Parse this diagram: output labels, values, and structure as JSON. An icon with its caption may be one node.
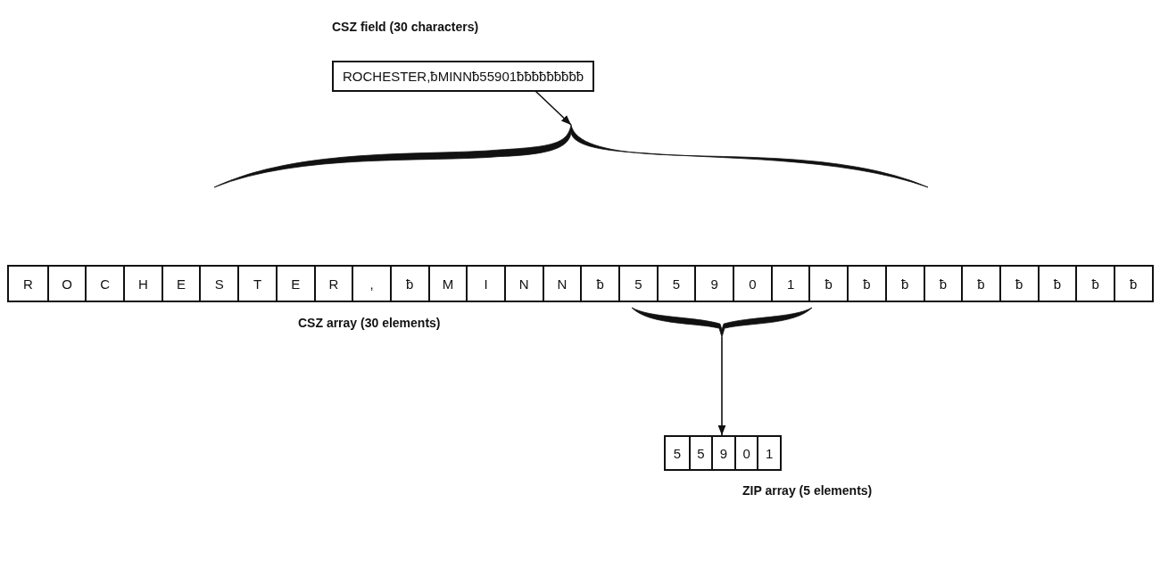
{
  "diagram": {
    "nodes": [
      {
        "text": [
          "CSZ field (30 characters)",
          "ROCHESTER,ƀMINNƀ55901ƀƀƀƀƀƀƀƀƀ"
        ]
      },
      {
        "text": [],
        "shape": "brace"
      },
      {
        "text": [
          "CSZ array (30 elements)"
        ]
      },
      {
        "text": [
          "R"
        ],
        "in": 2
      },
      {
        "text": [
          "O"
        ],
        "in": 2
      },
      {
        "text": [
          "C"
        ],
        "in": 2
      },
      {
        "text": [
          "H"
        ],
        "in": 2
      },
      {
        "text": [
          "E"
        ],
        "in": 2
      },
      {
        "text": [
          "S"
        ],
        "in": 2
      },
      {
        "text": [
          "T"
        ],
        "in": 2
      },
      {
        "text": [
          "E"
        ],
        "in": 2
      },
      {
        "text": [
          "R"
        ],
        "in": 2
      },
      {
        "text": [
          ","
        ],
        "in": 2
      },
      {
        "text": [
          "ƀ"
        ],
        "in": 2
      },
      {
        "text": [
          "M"
        ],
        "in": 2
      },
      {
        "text": [
          "I"
        ],
        "in": 2
      },
      {
        "text": [
          "N"
        ],
        "in": 2
      },
      {
        "text": [
          "N"
        ],
        "in": 2
      },
      {
        "text": [
          "ƀ"
        ],
        "in": 2
      },
      {
        "text": [
          "5"
        ],
        "in": 2
      },
      {
        "text": [
          "5"
        ],
        "in": 2
      },
      {
        "text": [
          "9"
        ],
        "in": 2
      },
      {
        "text": [
          "0"
        ],
        "in": 2
      },
      {
        "text": [
          "1"
        ],
        "in": 2
      },
      {
        "text": [
          "ƀ"
        ],
        "in": 2
      },
      {
        "text": [
          "ƀ"
        ],
        "in": 2
      },
      {
        "text": [
          "ƀ"
        ],
        "in": 2
      },
      {
        "text": [
          "ƀ"
        ],
        "in": 2
      },
      {
        "text": [
          "ƀ"
        ],
        "in": 2
      },
      {
        "text": [
          "ƀ"
        ],
        "in": 2
      },
      {
        "text": [
          "ƀ"
        ],
        "in": 2
      },
      {
        "text": [
          "ƀ"
        ],
        "in": 2
      },
      {
        "text": [
          "ƀ"
        ],
        "in": 2
      },
      {
        "text": [],
        "shape": "brace"
      },
      {
        "text": [
          "ZIP array (5 elements)"
        ]
      },
      {
        "text": [
          "5"
        ],
        "in": 34
      },
      {
        "text": [
          "5"
        ],
        "in": 34
      },
      {
        "text": [
          "9"
        ],
        "in": 34
      },
      {
        "text": [
          "0"
        ],
        "in": 34
      },
      {
        "text": [
          "1"
        ],
        "in": 34
      }
    ],
    "edges": [
      {
        "from": 0,
        "to": 1,
        "arrow": "to"
      },
      {
        "from": 33,
        "to": 34,
        "arrow": "to"
      }
    ]
  }
}
